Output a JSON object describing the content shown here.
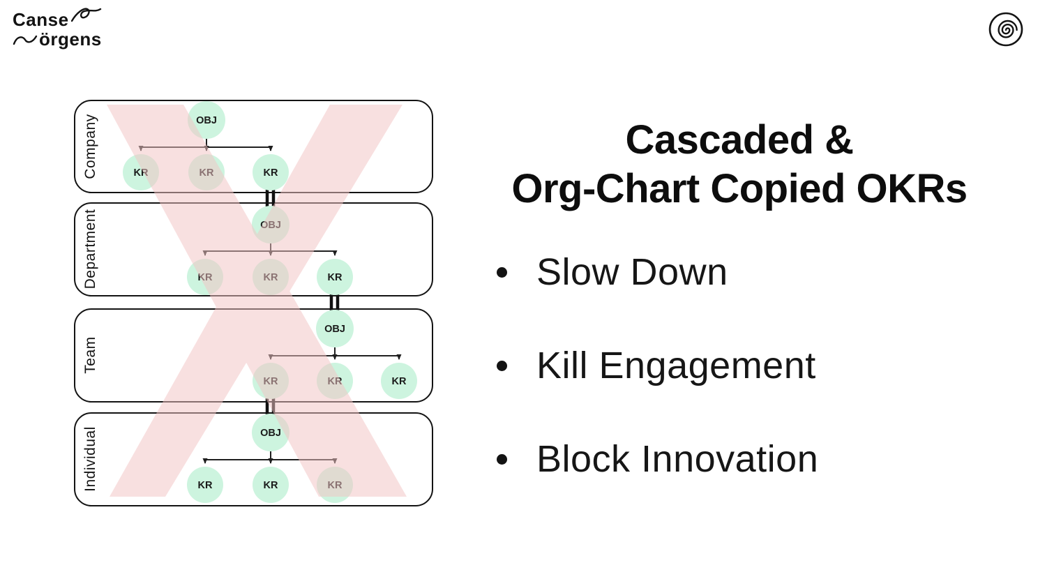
{
  "brand": {
    "name_line1": "Canse",
    "name_line2": "örgens"
  },
  "header": {
    "corner_icon": "spiral-icon"
  },
  "diagram": {
    "type": "org-chart-okr-cascade",
    "crossed_out": true,
    "node_fill": "#cdf4df",
    "cross_color": "#f8e1e1",
    "boxes": [
      {
        "label": "Company",
        "obj": "OBJ",
        "krs": [
          "KR",
          "KR",
          "KR"
        ]
      },
      {
        "label": "Department",
        "obj": "OBJ",
        "krs": [
          "KR",
          "KR",
          "KR"
        ]
      },
      {
        "label": "Team",
        "obj": "OBJ",
        "krs": [
          "KR",
          "KR",
          "KR"
        ]
      },
      {
        "label": "Individual",
        "obj": "OBJ",
        "krs": [
          "KR",
          "KR",
          "KR"
        ]
      }
    ]
  },
  "content": {
    "title_line1": "Cascaded &",
    "title_line2": "Org-Chart Copied OKRs",
    "bullets": [
      "Slow Down",
      "Kill Engagement",
      "Block Innovation"
    ]
  }
}
